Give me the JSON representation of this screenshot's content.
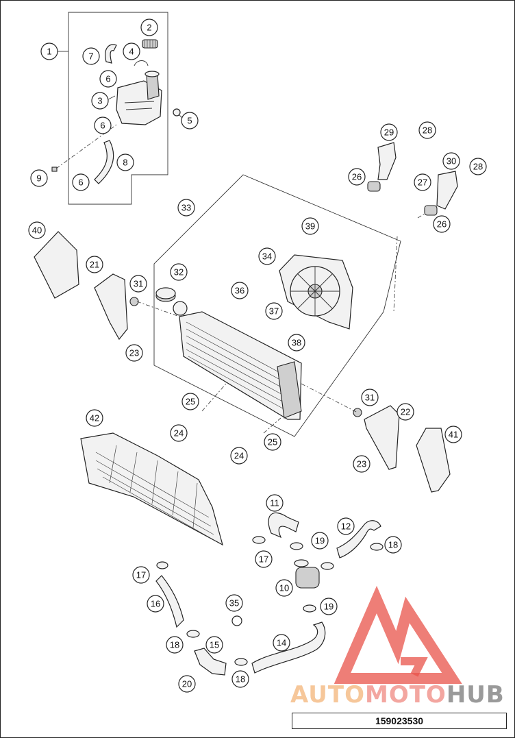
{
  "callouts": [
    {
      "label": "1"
    },
    {
      "label": "2"
    },
    {
      "label": "3"
    },
    {
      "label": "4"
    },
    {
      "label": "5"
    },
    {
      "label": "6"
    },
    {
      "label": "6"
    },
    {
      "label": "6"
    },
    {
      "label": "7"
    },
    {
      "label": "8"
    },
    {
      "label": "9"
    },
    {
      "label": "10"
    },
    {
      "label": "11"
    },
    {
      "label": "12"
    },
    {
      "label": "14"
    },
    {
      "label": "15"
    },
    {
      "label": "16"
    },
    {
      "label": "17"
    },
    {
      "label": "17"
    },
    {
      "label": "18"
    },
    {
      "label": "18"
    },
    {
      "label": "18"
    },
    {
      "label": "19"
    },
    {
      "label": "19"
    },
    {
      "label": "20"
    },
    {
      "label": "21"
    },
    {
      "label": "22"
    },
    {
      "label": "23"
    },
    {
      "label": "23"
    },
    {
      "label": "24"
    },
    {
      "label": "24"
    },
    {
      "label": "25"
    },
    {
      "label": "25"
    },
    {
      "label": "26"
    },
    {
      "label": "26"
    },
    {
      "label": "27"
    },
    {
      "label": "28"
    },
    {
      "label": "28"
    },
    {
      "label": "29"
    },
    {
      "label": "30"
    },
    {
      "label": "31"
    },
    {
      "label": "31"
    },
    {
      "label": "32"
    },
    {
      "label": "33"
    },
    {
      "label": "34"
    },
    {
      "label": "35"
    },
    {
      "label": "36"
    },
    {
      "label": "37"
    },
    {
      "label": "38"
    },
    {
      "label": "39"
    },
    {
      "label": "40"
    },
    {
      "label": "41"
    },
    {
      "label": "42"
    }
  ],
  "drawing_number": "159023530",
  "watermark": {
    "part1": "AUTO",
    "part2": "MOTO",
    "part3": "HUB"
  },
  "colors": {
    "watermark_red": "#e8534a",
    "watermark_orange": "#f6c79a",
    "watermark_gray": "#9a9a9a"
  }
}
